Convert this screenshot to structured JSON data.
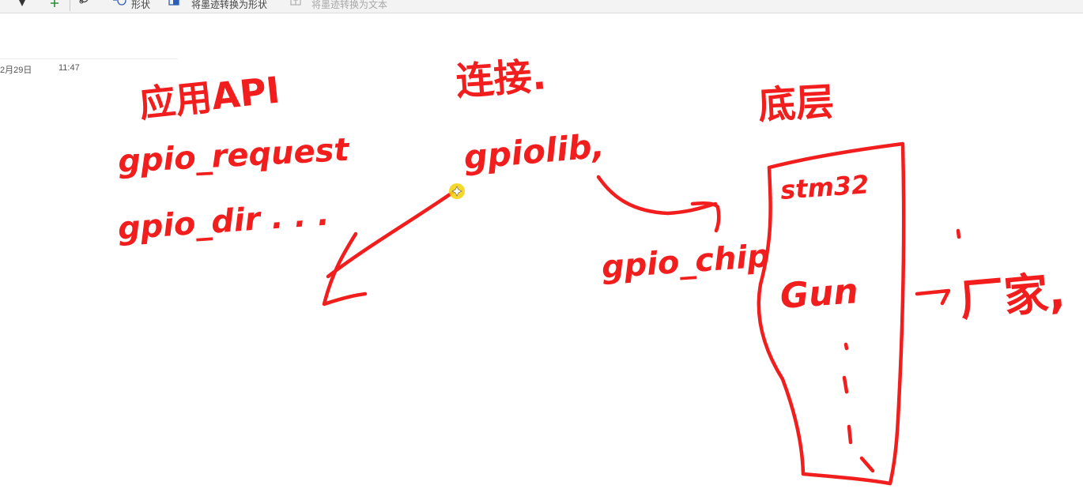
{
  "toolbar": {
    "shape_label": "形状",
    "ink_to_shape_label": "将墨迹转换为形状",
    "ink_to_text_label": "将墨迹转换为文本"
  },
  "page": {
    "date": "2月29日",
    "time": "11:47"
  },
  "ink_colour": "#f21d1d",
  "handwriting": {
    "app_api_heading": "应用API",
    "gpio_request": "gpio_request",
    "gpio_dir": "gpio_dir . . .",
    "connect_heading": "连接.",
    "gpiolib": "gpiolib,",
    "bottom_heading": "底层",
    "gpio_chip": "gpio_chip",
    "stm32": "stm32",
    "gun": "Gun",
    "factory": "厂家,"
  },
  "cursor": {
    "color": "#f5d416"
  }
}
